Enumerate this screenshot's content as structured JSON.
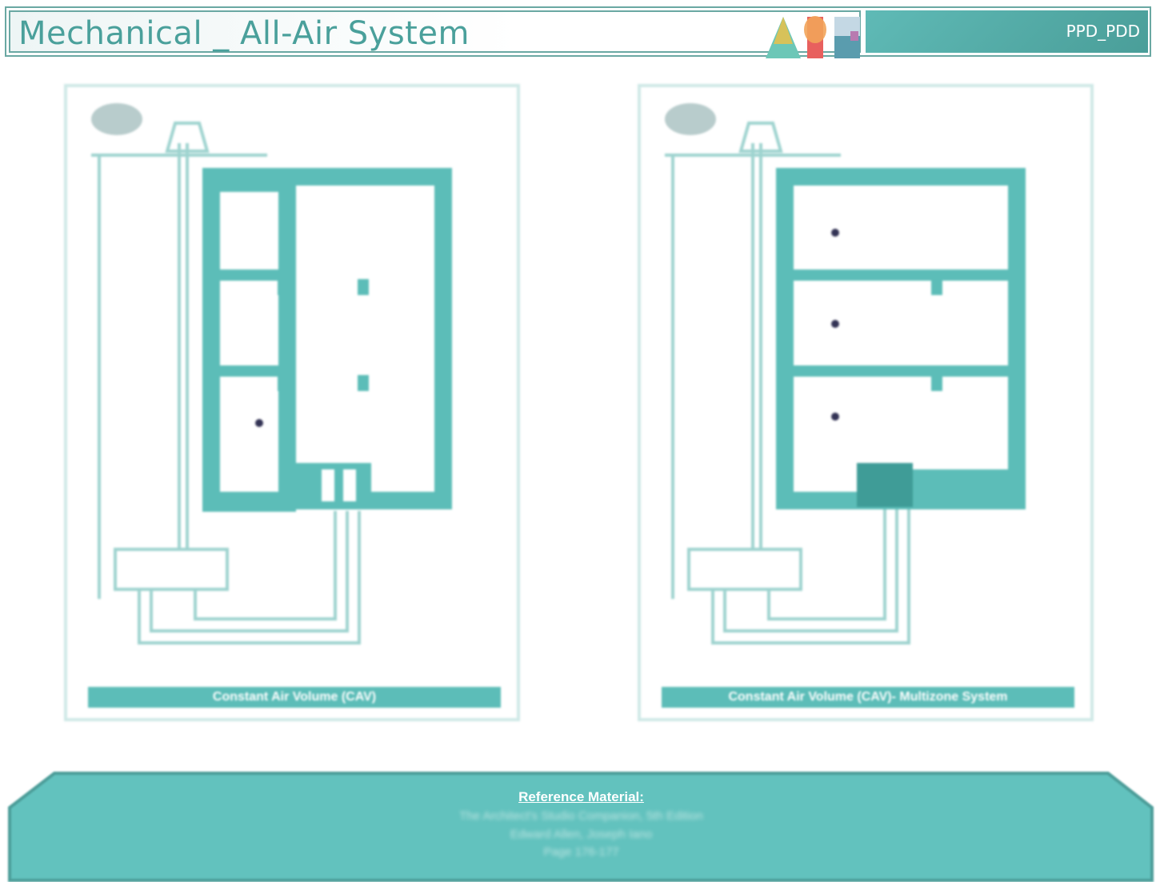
{
  "header": {
    "title": "Mechanical _ All-Air System",
    "code": "PPD_PDD"
  },
  "panels": [
    {
      "caption": "Constant Air Volume (CAV)"
    },
    {
      "caption": "Constant Air Volume (CAV)- Multizone System"
    }
  ],
  "reference": {
    "title": "Reference Material:",
    "lines": [
      "The Architect's Studio Companion, 5th Edition",
      "Edward Allen, Joseph Iano",
      "Page 176-177"
    ]
  },
  "colors": {
    "accent": "#5cbdb8",
    "title": "#4aa09b"
  }
}
